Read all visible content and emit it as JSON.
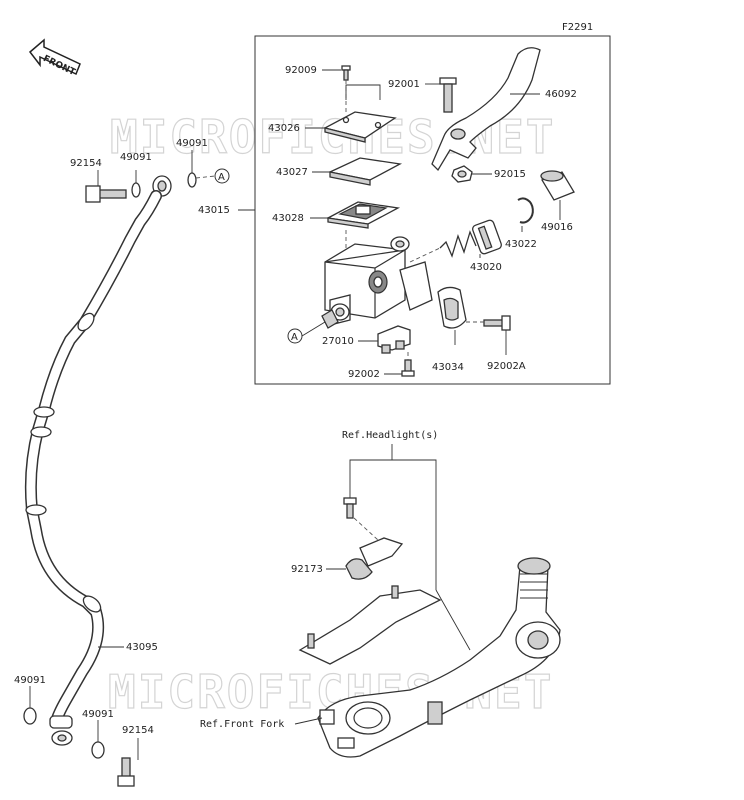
{
  "diagram_code": "F2291",
  "watermark": "MICROFICHES.NET",
  "front_label": "FRONT",
  "callout_a": "A",
  "parts": {
    "p92009": "92009",
    "p92001": "92001",
    "p46092": "46092",
    "p43026": "43026",
    "p92015": "92015",
    "p43027": "43027",
    "p49016": "49016",
    "p43015": "43015",
    "p43028": "43028",
    "p43022": "43022",
    "p43020": "43020",
    "p27010": "27010",
    "p43034": "43034",
    "p92002A": "92002A",
    "p92002": "92002",
    "p92154_top": "92154",
    "p49091_a": "49091",
    "p49091_b": "49091",
    "p92173": "92173",
    "p43095": "43095",
    "p49091_c": "49091",
    "p49091_d": "49091",
    "p92154_bottom": "92154"
  },
  "refs": {
    "headlight": "Ref.Headlight(s)",
    "front_fork": "Ref.Front Fork"
  }
}
